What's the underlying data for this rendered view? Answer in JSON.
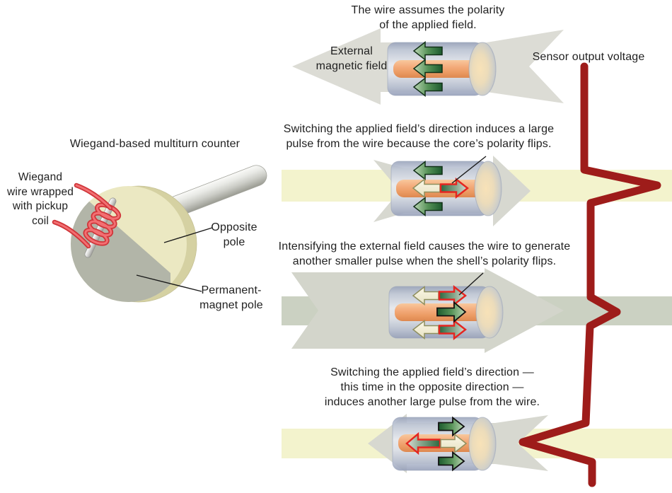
{
  "background": "#ffffff",
  "left_panel": {
    "title": "Wiegand-based multiturn counter",
    "wire_label": [
      "Wiegand",
      "wire wrapped",
      "with pickup",
      "coil"
    ],
    "opposite_pole_label": [
      "Opposite",
      "pole"
    ],
    "permanent_pole_label": [
      "Permanent-",
      "magnet pole"
    ]
  },
  "sections": [
    {
      "caption": [
        "The wire assumes the polarity",
        "of the applied field."
      ],
      "field_label": [
        "External",
        "magnetic field"
      ],
      "field_direction": "left",
      "pulse": "none"
    },
    {
      "caption": [
        "Switching the applied field’s direction induces a large",
        "pulse from the wire because the core’s polarity flips."
      ],
      "field_direction": "right",
      "pulse": "large-right"
    },
    {
      "caption": [
        "Intensifying the external field causes the wire to generate",
        "another smaller pulse when the shell’s polarity flips."
      ],
      "field_direction": "right",
      "pulse": "small-right"
    },
    {
      "caption": [
        "Switching the applied field’s direction —",
        "this time in the opposite direction —",
        "induces another large pulse from the wire."
      ],
      "field_direction": "left",
      "pulse": "large-left"
    }
  ],
  "sensor_output_label": "Sensor output voltage",
  "colors": {
    "trace_red": "#9e1c1a",
    "band_yellow": "#f3f3cd",
    "band_green": "#cbd1c2",
    "field_arrow_gray": "#d7d8d0",
    "shell_blue_gray": "#c9cfdd",
    "core_orange": "#f2a878",
    "arrow_green": "#2e6b3e",
    "arrow_cream": "#f4f0d6",
    "flip_arrow_outline_red": "#e52520",
    "coil_red": "#e94e51",
    "disc_gray": "#b2b5a8",
    "disc_yellow": "#ebe8c2"
  }
}
